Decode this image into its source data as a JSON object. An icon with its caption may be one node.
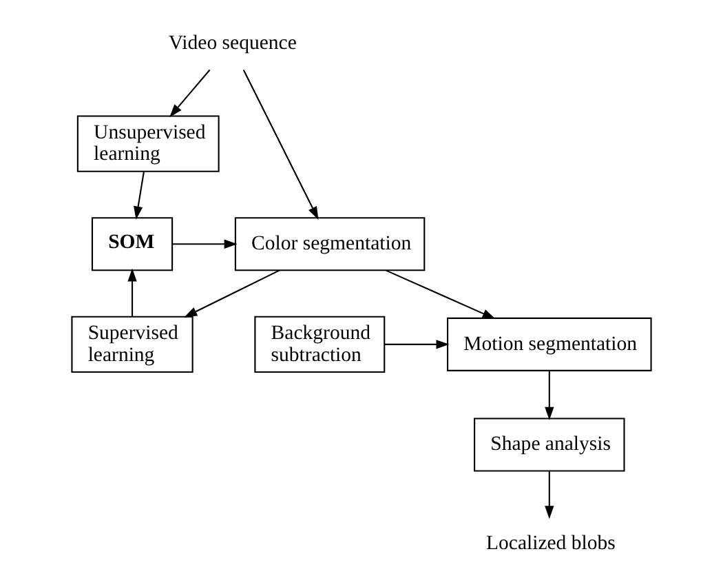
{
  "diagram": {
    "nodes": [
      {
        "text": [
          "Video sequence"
        ]
      },
      {
        "text": [
          "Unsupervised learning"
        ]
      },
      {
        "text": [
          "Color segmentation"
        ]
      },
      {
        "text": [
          "**SOM**"
        ]
      },
      {
        "text": [
          "Supervised learning"
        ]
      },
      {
        "text": [
          "Motion segmentation"
        ]
      },
      {
        "text": [
          "Background subtraction"
        ]
      },
      {
        "text": [
          "Shape analysis"
        ]
      },
      {
        "text": [
          "Localized blobs"
        ]
      }
    ],
    "edges": [
      {
        "from": 0,
        "to": 2,
        "arrow": "to"
      },
      {
        "from": 0,
        "to": 1,
        "arrow": "to"
      },
      {
        "from": 1,
        "to": 3,
        "arrow": "to"
      },
      {
        "from": 3,
        "to": 2,
        "arrow": "to"
      },
      {
        "from": 2,
        "to": 5,
        "arrow": "to"
      },
      {
        "from": 2,
        "to": 4,
        "arrow": "to"
      },
      {
        "from": 4,
        "to": 3,
        "arrow": "to"
      },
      {
        "from": 6,
        "to": 5,
        "arrow": "to"
      },
      {
        "from": 5,
        "to": 7,
        "arrow": "to"
      },
      {
        "from": 7,
        "to": 8,
        "arrow": "to"
      }
    ]
  }
}
